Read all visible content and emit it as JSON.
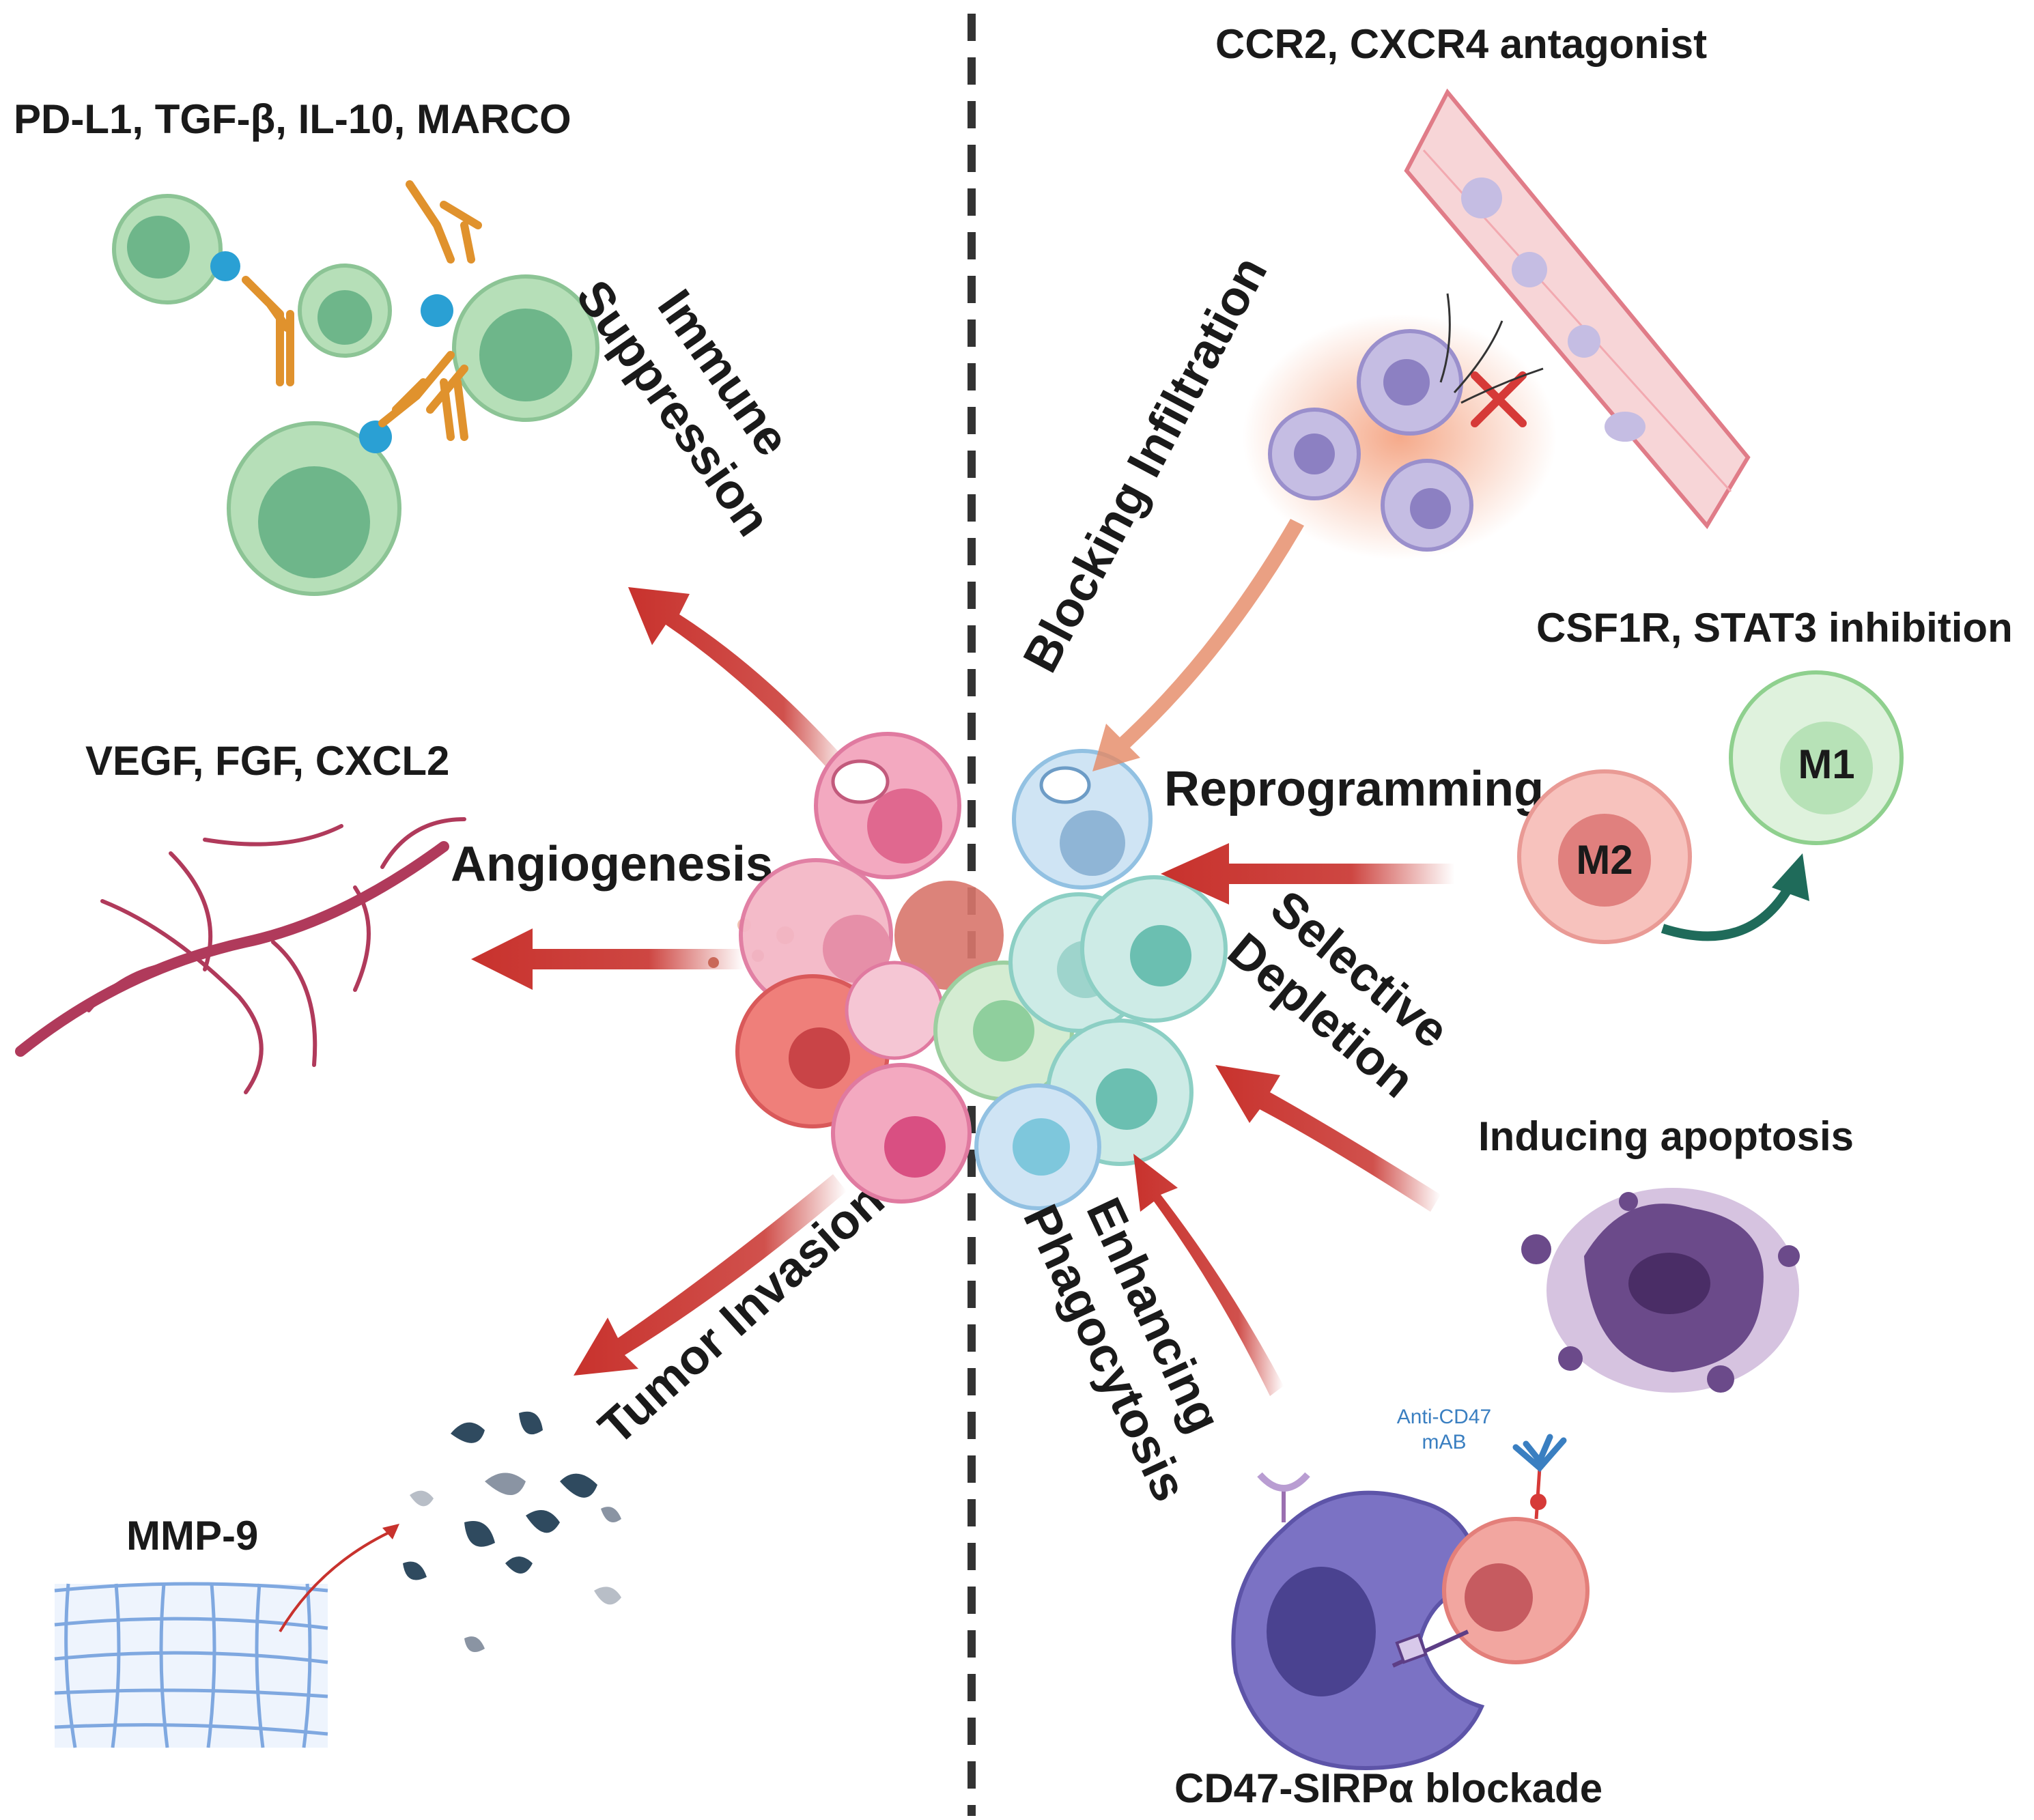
{
  "labels": {
    "immune_suppression_markers": "PD-L1, TGF-β, IL-10, MARCO",
    "immune_suppression_1": "Immune",
    "immune_suppression_2": "Suppression",
    "angiogenesis_markers": "VEGF, FGF, CXCL2",
    "angiogenesis": "Angiogenesis",
    "tumor_invasion": "Tumor Invasion",
    "mmp": "MMP-9",
    "infiltration_agents": "CCR2, CXCR4 antagonist",
    "blocking_infiltration": "Blocking Infiltration",
    "reprogramming_agents": "CSF1R, STAT3 inhibition",
    "reprogramming": "Reprogramming",
    "m2": "M2",
    "m1": "M1",
    "selective_1": "Selective",
    "selective_2": "Depletion",
    "apoptosis": "Inducing apoptosis",
    "enhancing_1": "Enhancing",
    "enhancing_2": "Phagocytosis",
    "anti_cd47_1": "Anti-CD47",
    "anti_cd47_2": "mAB",
    "cd47_blockade": "CD47-SIRPα blockade"
  },
  "colors": {
    "arrow_red": "#c8322d",
    "divider": "#333333",
    "tam_pink": "#e67fa2",
    "tam_blue": "#a9cde6",
    "green_cell": "#8fcf9d",
    "vessel": "#b03a5b",
    "m2_cell": "#f3a7a1",
    "m1_cell": "#b7e2b7",
    "apoptotic": "#6b4a8a",
    "macrophage_purple": "#7b72c4"
  }
}
